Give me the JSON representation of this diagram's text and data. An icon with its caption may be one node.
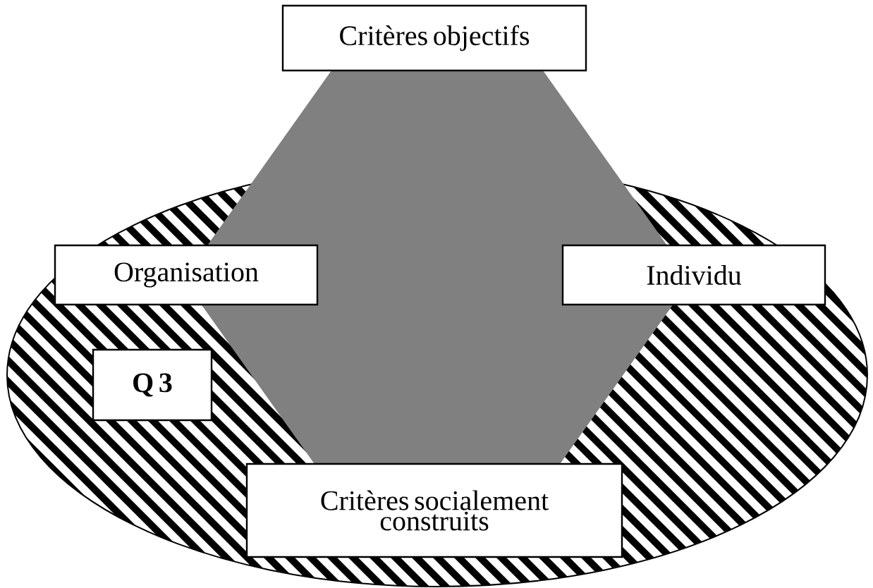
{
  "diagram": {
    "nodes": [
      {
        "text": [
          "Critères objectifs"
        ]
      },
      {
        "text": [
          "Organisation"
        ]
      },
      {
        "text": [
          "Individu"
        ]
      },
      {
        "text": [
          "Q 3"
        ]
      },
      {
        "text": [
          "Critères socialement construits"
        ]
      }
    ]
  }
}
